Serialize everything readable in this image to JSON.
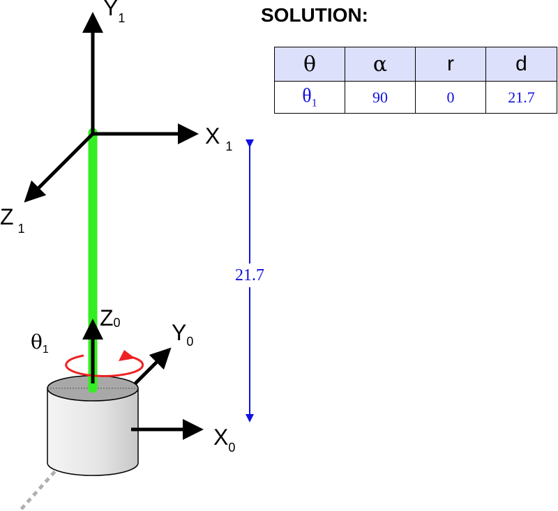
{
  "solution_title": "SOLUTION:",
  "table": {
    "headers": [
      "θ",
      "α",
      "r",
      "d"
    ],
    "row": [
      "θ",
      "1",
      "90",
      "0",
      "21.7"
    ]
  },
  "axes": {
    "y1": {
      "main": "Y",
      "sub": "1"
    },
    "x1": {
      "main": "X",
      "sub": "1"
    },
    "z1": {
      "main": "Z",
      "sub": "1"
    },
    "z0": {
      "main": "Z",
      "sub": "0"
    },
    "y0": {
      "main": "Y",
      "sub": "0"
    },
    "x0": {
      "main": "X",
      "sub": "0"
    }
  },
  "joint_label": {
    "main": "θ",
    "sub": "1"
  },
  "dimension_label": "21.7",
  "colors": {
    "link": "#33ee22",
    "rotation_arrow": "#ee2222",
    "dimension": "#1010e0",
    "table_header_bg": "#dde0fb"
  }
}
